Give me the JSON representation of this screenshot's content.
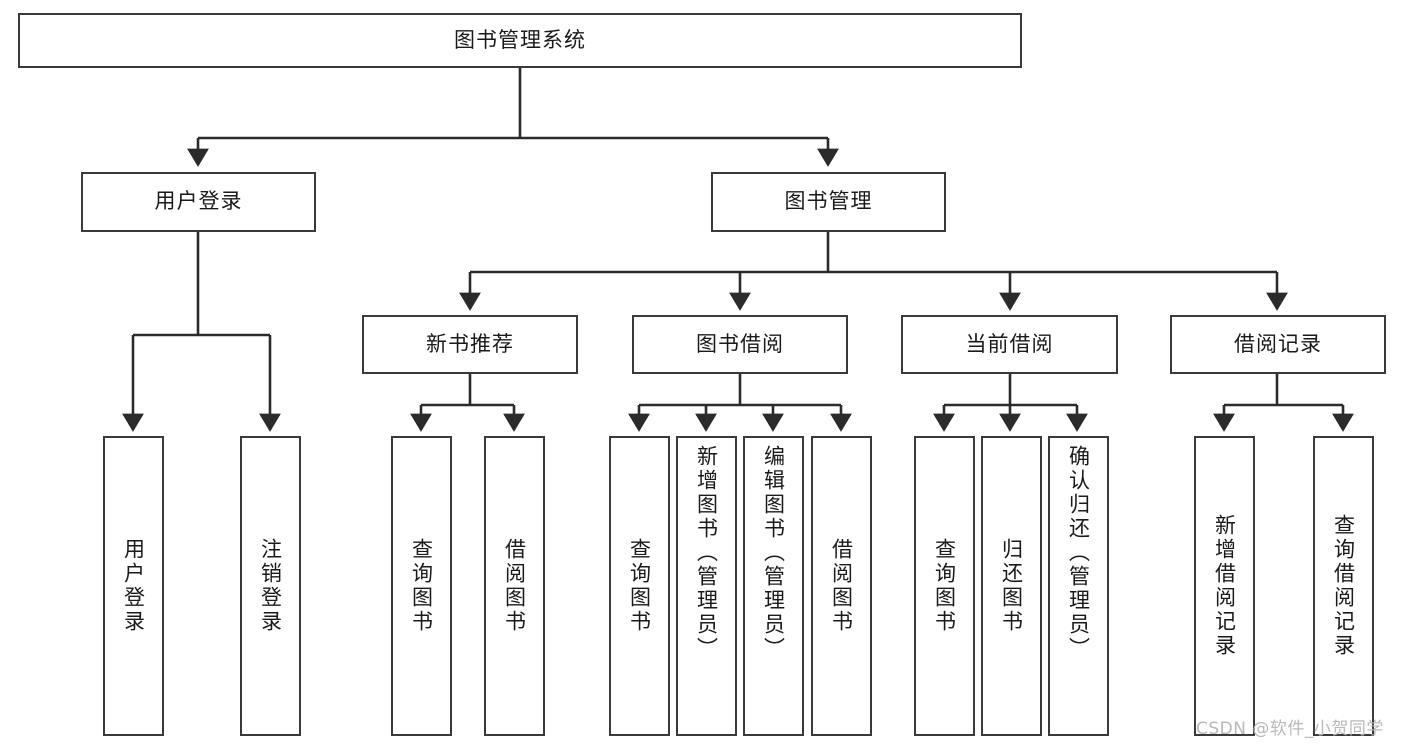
{
  "diagram": {
    "type": "tree",
    "title": "图书管理系统",
    "orientation": "top-down",
    "colors": {
      "box_border": "#3a3a3a",
      "box_fill": "#ffffff",
      "connector": "#2b2b2b",
      "text": "#1a1a1a",
      "watermark": "#b9b9b9",
      "background": "#ffffff"
    },
    "root": {
      "label": "图书管理系统"
    },
    "level2": [
      {
        "label": "用户登录"
      },
      {
        "label": "图书管理"
      }
    ],
    "level3": [
      {
        "label": "新书推荐"
      },
      {
        "label": "图书借阅"
      },
      {
        "label": "当前借阅"
      },
      {
        "label": "借阅记录"
      }
    ],
    "leaves": {
      "user_login": [
        {
          "label": "用户登录"
        },
        {
          "label": "注销登录"
        }
      ],
      "new_book_recommend": [
        {
          "label": "查询图书"
        },
        {
          "label": "借阅图书"
        }
      ],
      "book_borrow": [
        {
          "label": "查询图书"
        },
        {
          "label": "新增图书（管理员）"
        },
        {
          "label": "编辑图书（管理员）"
        },
        {
          "label": "借阅图书"
        }
      ],
      "current_borrow": [
        {
          "label": "查询图书"
        },
        {
          "label": "归还图书"
        },
        {
          "label": "确认归还（管理员）"
        }
      ],
      "borrow_record": [
        {
          "label": "新增借阅记录"
        },
        {
          "label": "查询借阅记录"
        }
      ]
    }
  },
  "watermark": {
    "text": "CSDN @软件_小贺同学"
  }
}
